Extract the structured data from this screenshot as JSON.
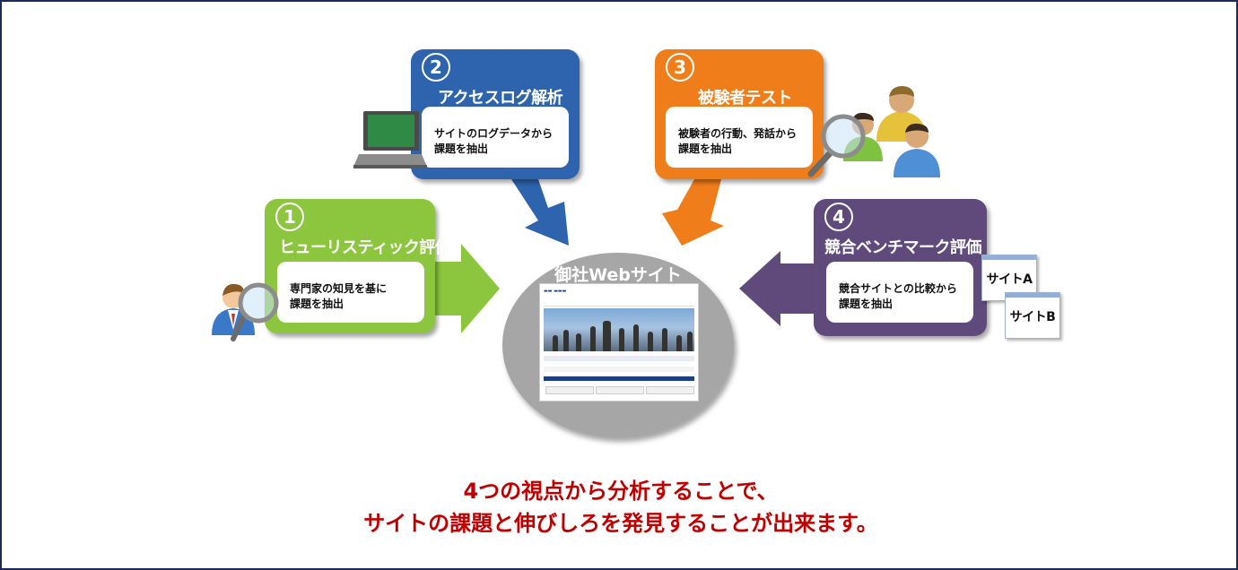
{
  "center": {
    "title": "御社Webサイト"
  },
  "boxes": [
    {
      "number": "1",
      "title": "ヒューリスティック評価",
      "lines": [
        "専門家の知見を基に",
        "課題を抽出"
      ],
      "color": "#8cc63f"
    },
    {
      "number": "2",
      "title": "アクセスログ解析",
      "lines": [
        "サイトのログデータから",
        "課題を抽出"
      ],
      "color": "#2e64ae"
    },
    {
      "number": "3",
      "title": "被験者テスト",
      "lines": [
        "被験者の行動、発話から",
        "課題を抽出"
      ],
      "color": "#ef7d1a"
    },
    {
      "number": "4",
      "title": "競合ベンチマーク評価",
      "lines": [
        "競合サイトとの比較から",
        "課題を抽出"
      ],
      "color": "#604a7b"
    }
  ],
  "competitors": [
    "サイトA",
    "サイトB"
  ],
  "message": [
    "4つの視点から分析することで、",
    "サイトの課題と伸びしろを発見することが出来ます。"
  ],
  "message_color": "#c00000",
  "icons": [
    "expert-magnifier-icon",
    "laptop-icon",
    "users-magnifier-icon"
  ]
}
